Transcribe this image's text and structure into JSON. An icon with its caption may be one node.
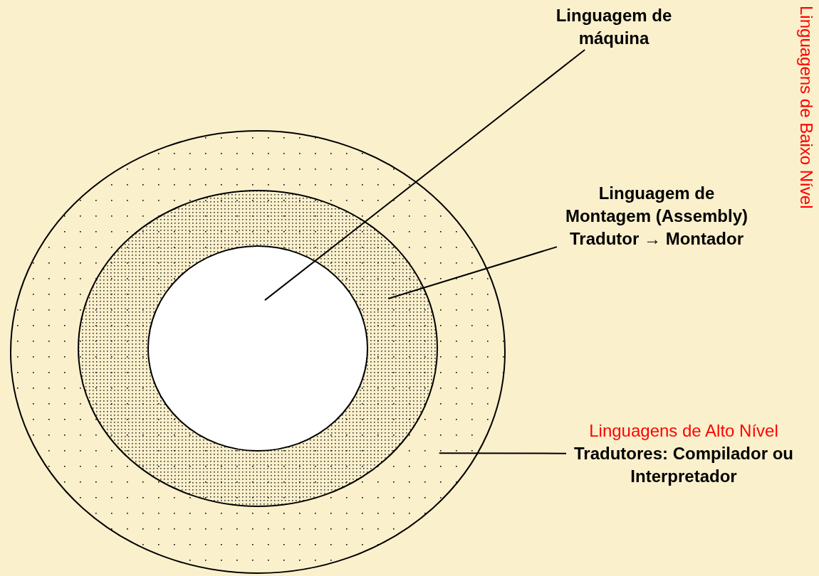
{
  "diagram": {
    "nodes": [
      {
        "text": [],
        "shape": "circle"
      },
      {
        "text": [],
        "shape": "circle",
        "in": 0
      },
      {
        "text": [],
        "shape": "circle",
        "in": 1
      },
      {
        "text": [
          "Linguagem de máquina"
        ]
      },
      {
        "text": [
          "Linguagem de Montagem (Assembly)",
          "Tradutor → Montador"
        ]
      },
      {
        "text": [
          "Linguagens de Alto Nível",
          "Tradutores: Compilador ou Interpretador"
        ]
      }
    ],
    "edges": [
      {
        "from": 3,
        "to": 2,
        "arrow": "none"
      },
      {
        "from": 4,
        "to": 1,
        "arrow": "none"
      },
      {
        "from": 5,
        "to": 0,
        "arrow": "none"
      }
    ],
    "labels": [
      "Linguagens de Baixo Nível"
    ]
  }
}
